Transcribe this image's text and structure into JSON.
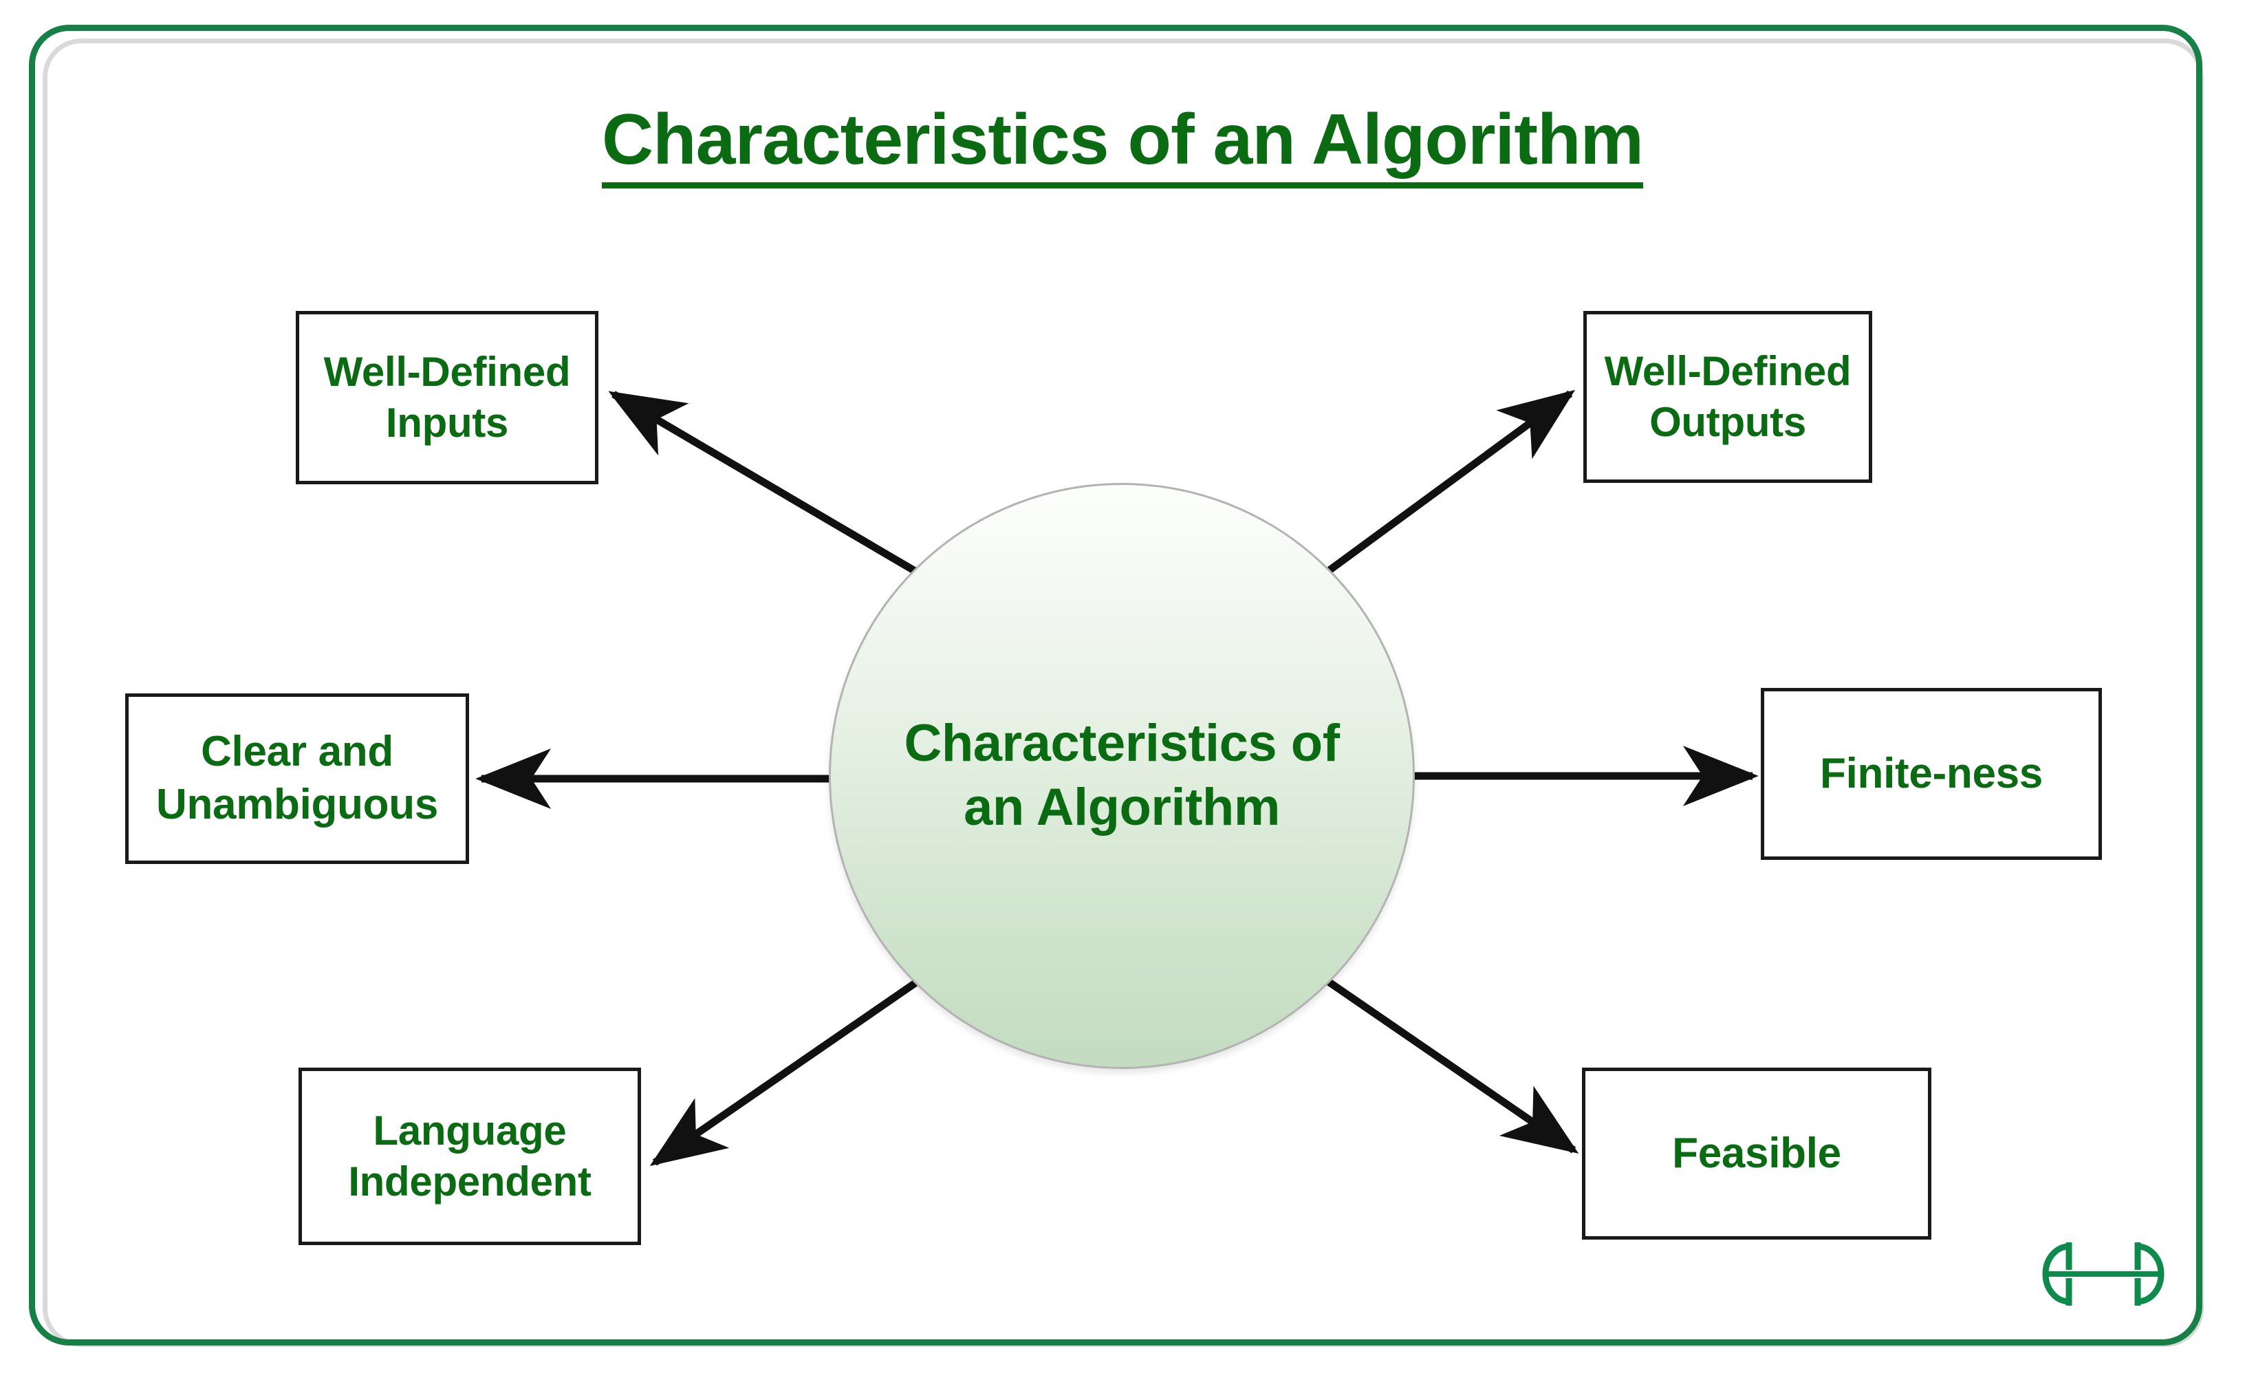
{
  "diagram": {
    "title": "Characteristics of an Algorithm",
    "center": {
      "label": "Characteristics of\nan Algorithm"
    },
    "nodes": [
      {
        "id": "well-defined-inputs",
        "label": "Well-Defined\nInputs",
        "position": "top-left"
      },
      {
        "id": "well-defined-outputs",
        "label": "Well-Defined\nOutputs",
        "position": "top-right"
      },
      {
        "id": "clear-and-unambiguous",
        "label": "Clear and\nUnambiguous",
        "position": "middle-left"
      },
      {
        "id": "finite-ness",
        "label": "Finite-ness",
        "position": "middle-right"
      },
      {
        "id": "language-independent",
        "label": "Language\nIndependent",
        "position": "bottom-left"
      },
      {
        "id": "feasible",
        "label": "Feasible",
        "position": "bottom-right"
      }
    ],
    "colors": {
      "brand_green": "#0a6b13",
      "frame_green": "#178047",
      "frame_shadow": "#d9d9d9",
      "node_border": "#1a1a1a",
      "arrow": "#111111",
      "circle_border": "#b3b3b3",
      "circle_fill_top": "#fdfefd",
      "circle_fill_bottom": "#c3dcc0",
      "logo_green": "#0f8a4d"
    },
    "logo": {
      "name": "geeksforgeeks-logo",
      "text": "GG"
    }
  }
}
